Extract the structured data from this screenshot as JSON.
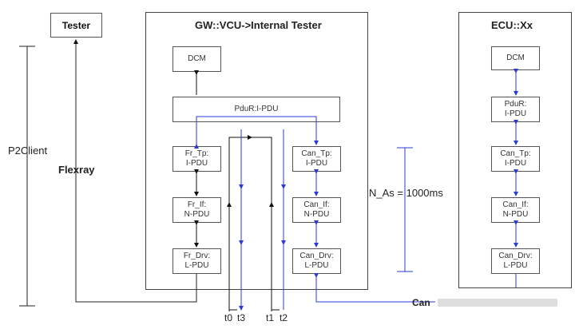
{
  "tester": "Tester",
  "gw": {
    "title": "GW::VCU->Internal Tester",
    "dcm": "DCM",
    "pdur": "PduR:I-PDU",
    "fr_tp": [
      "Fr_Tp:",
      "I-PDU"
    ],
    "fr_if": [
      "Fr_If:",
      "N-PDU"
    ],
    "fr_drv": [
      "Fr_Drv:",
      "L-PDU"
    ],
    "can_tp": [
      "Can_Tp:",
      "I-PDU"
    ],
    "can_if": [
      "Can_If:",
      "N-PDU"
    ],
    "can_drv": [
      "Can_Drv:",
      "L-PDU"
    ]
  },
  "ecu": {
    "title": "ECU::Xx",
    "dcm": "DCM",
    "pdur": [
      "PduR:",
      "I-PDU"
    ],
    "can_tp": [
      "Can_Tp:",
      "I-PDU"
    ],
    "can_if": [
      "Can_If:",
      "N-PDU"
    ],
    "can_drv": [
      "Can_Drv:",
      "L-PDU"
    ]
  },
  "labels": {
    "p2client": "P2Client",
    "flexray": "Flexray",
    "n_as": "N_As = 1000ms",
    "can": "Can",
    "t0": "t0",
    "t1": "t1",
    "t2": "t2",
    "t3": "t3"
  },
  "colors": {
    "blue": "#2b3bd6",
    "black": "#111111"
  }
}
